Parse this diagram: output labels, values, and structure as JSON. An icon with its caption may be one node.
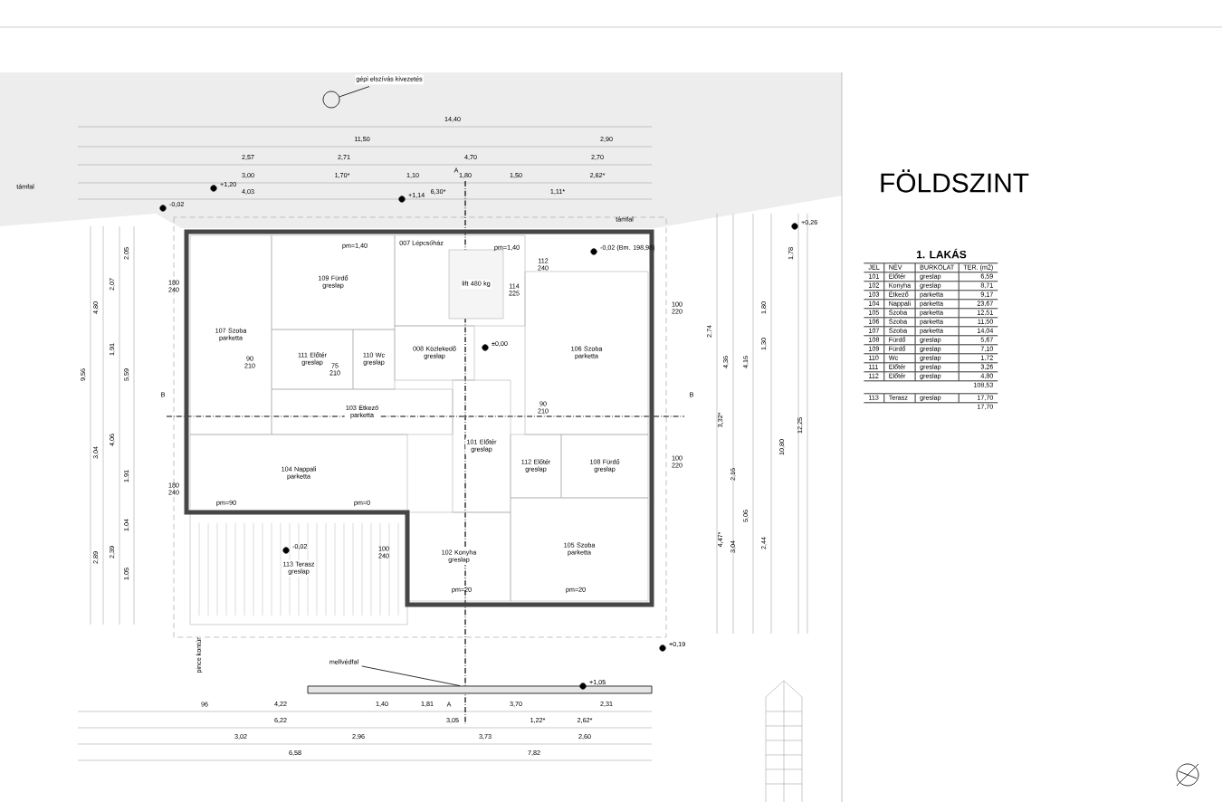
{
  "diagram": {
    "title": "FÖLDSZINT",
    "nodes": [
      {
        "text": [
          "gépi elszívás kivezetés"
        ]
      },
      {
        "text": [],
        "shape": "circle"
      },
      {
        "text": [
          "107 Szoba",
          "parketta"
        ]
      },
      {
        "text": [
          "109 Fürdő",
          "greslap"
        ]
      },
      {
        "text": [
          "111 Előtér",
          "greslap"
        ]
      },
      {
        "text": [
          "110 Wc",
          "greslap"
        ]
      },
      {
        "text": [
          "007 Lépcsőház"
        ]
      },
      {
        "text": [
          "lift 480 kg"
        ],
        "in": 6
      },
      {
        "text": [
          "008 Közlekedő",
          "greslap"
        ]
      },
      {
        "text": [
          "106 Szoba",
          "parketta"
        ]
      },
      {
        "text": [
          "103 Étkező",
          "parketta"
        ]
      },
      {
        "text": [
          "101 Előtér",
          "greslap"
        ]
      },
      {
        "text": [
          "104 Nappali",
          "parketta"
        ]
      },
      {
        "text": [
          "112 Előtér",
          "greslap"
        ]
      },
      {
        "text": [
          "108 Fürdő",
          "greslap"
        ]
      },
      {
        "text": [
          "102 Konyha",
          "greslap"
        ]
      },
      {
        "text": [
          "105 Szoba",
          "parketta"
        ]
      },
      {
        "text": [
          "113 Terasz",
          "greslap"
        ]
      },
      {
        "text": [
          "mellvédfal"
        ]
      },
      {
        "text": [],
        "shape": "bar"
      }
    ],
    "edges": [
      {
        "from": 0,
        "to": 1,
        "arrow": "none"
      },
      {
        "from": 18,
        "to": 19,
        "arrow": "none"
      }
    ],
    "labels": [
      "14,40",
      "11,50",
      "2,90",
      "2,57",
      "2,71",
      "4,70",
      "2,70",
      "3,00",
      "1,70*",
      "1,10",
      "A",
      "1,80",
      "1,50",
      "2,62*",
      "támfal",
      "+1,20",
      "4,03",
      "+1,14",
      "6,30*",
      "1,11*",
      "-0,02",
      "támfal",
      "+0,26",
      "pm=1,40",
      "pm=1,40",
      "-0,02 (Bm. 198,98)",
      "2,05",
      "1,78",
      "112 240",
      "2,07",
      "180 240",
      "114 225",
      "4,80",
      "100 220",
      "1,80",
      "2,74",
      "1,91",
      "±0,00",
      "1,30",
      "9,56",
      "5,59",
      "90 210",
      "75 210",
      "4,36",
      "4,16",
      "B",
      "B",
      "90 210",
      "3,32*",
      "12,25",
      "3,04",
      "4,06",
      "10,80",
      "100 220",
      "1,91",
      "2,16",
      "180 240",
      "pm=90",
      "pm=0",
      "5,06",
      "1,04",
      "2,89",
      "2,39",
      "-0,02",
      "100 240",
      "4,47*",
      "3,04",
      "2,44",
      "1,05",
      "pm=20",
      "pm=20",
      "+0,19",
      "pince kontúr",
      "+1,05",
      "96",
      "4,22",
      "1,40",
      "1,81",
      "A",
      "3,70",
      "2,31",
      "6,22",
      "3,05",
      "1,22*",
      "2,62*",
      "3,02",
      "2,96",
      "3,73",
      "2,60",
      "6,58",
      "7,82",
      "1. LAKÁS",
      "JEL",
      "NÉV",
      "BURKOLAT",
      "TER. (m2)",
      "101",
      "Előtér",
      "greslap",
      "6,59",
      "102",
      "Konyha",
      "greslap",
      "8,71",
      "103",
      "Étkező",
      "parketta",
      "9,17",
      "104",
      "Nappali",
      "parketta",
      "23,67",
      "105",
      "Szoba",
      "parketta",
      "12,51",
      "106",
      "Szoba",
      "parketta",
      "11,50",
      "107",
      "Szoba",
      "parketta",
      "14,04",
      "108",
      "Fürdő",
      "greslap",
      "5,67",
      "109",
      "Fürdő",
      "greslap",
      "7,10",
      "110",
      "Wc",
      "greslap",
      "1,72",
      "111",
      "Előtér",
      "greslap",
      "3,26",
      "112",
      "Előtér",
      "greslap",
      "4,80",
      "108,53",
      "113",
      "Terasz",
      "greslap",
      "17,70",
      "17,70"
    ]
  }
}
